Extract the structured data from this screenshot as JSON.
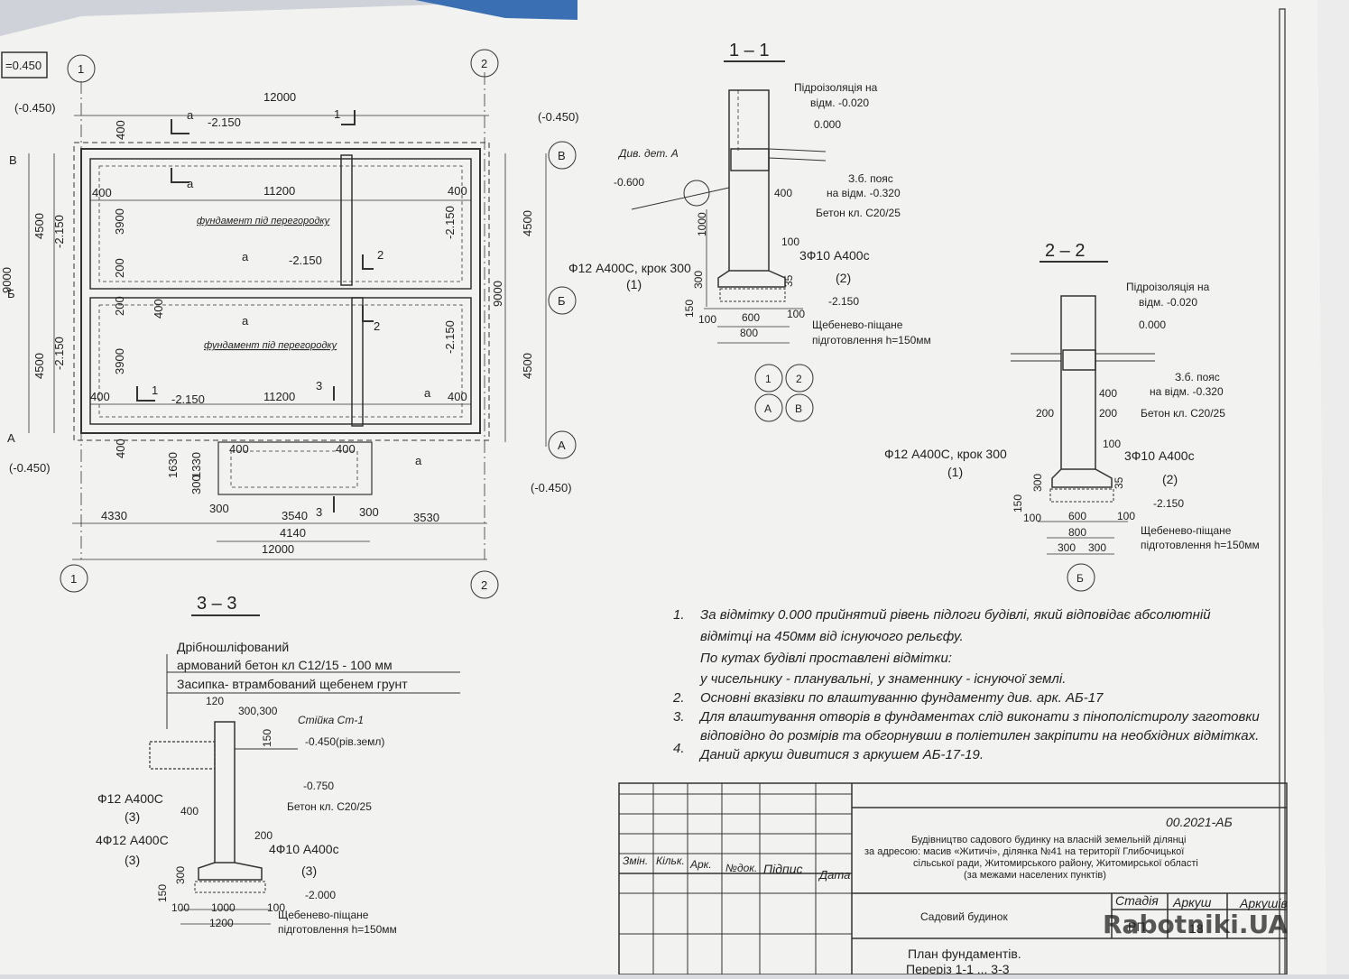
{
  "plan": {
    "level_label": "=0.450",
    "corner_marks": [
      "(-0.450)",
      "(-0.450)",
      "(-0.450)",
      "(-0.450)"
    ],
    "axes": {
      "num_left": "1",
      "num_right": "2",
      "let_top": "В",
      "let_mid": "Б",
      "let_bot": "А"
    },
    "dims": {
      "top_overall": "12000",
      "inner_width": "11200",
      "inner_width_bottom": "11200",
      "left_total": "9000",
      "left_half_top": "4500",
      "left_half_bottom": "4500",
      "right_total": "9000",
      "right_half_top": "4500",
      "right_half_bottom": "4500",
      "room_h_top": "3900",
      "room_h_bottom": "3900",
      "wall_400": "400",
      "wall_200": "200",
      "bottom_4330": "4330",
      "bottom_300a": "300",
      "bottom_3540": "3540",
      "bottom_300b": "300",
      "bottom_3530": "3530",
      "bottom_4140": "4140",
      "bottom_12000": "12000",
      "porch_1630": "1630",
      "porch_1330": "1330",
      "porch_300": "300"
    },
    "levels": {
      "l1": "-2.150",
      "l2": "-2.150",
      "l3": "-2.150",
      "l4": "-2.150",
      "l5": "-2.150",
      "l6": "-2.150",
      "l7": "-2.150"
    },
    "section_marks": {
      "a": "а",
      "s1": "1",
      "s2": "2",
      "s3": "3"
    },
    "partition_note_1": "фундамент під перегородку",
    "partition_note_2": "фундамент під перегородку"
  },
  "sec11": {
    "title": "1 – 1",
    "waterproofing": "Підроізоляція на",
    "waterproofing_level": "відм. -0.020",
    "zero": "0.000",
    "see_detail": "Див. дет. А",
    "ground": "-0.600",
    "belt": "З.б. пояс",
    "belt_level": "на відм. -0.320",
    "concrete": "Бетон кл. С20/25",
    "rebar_main": "Ф12 А400С, крок 300",
    "rebar_main_num": "(1)",
    "rebar_long": "3Ф10 А400с",
    "rebar_long_num": "(2)",
    "base_level": "-2.150",
    "gravel": "Щебенево-піщане",
    "gravel2": "підготовлення h=150мм",
    "d400": "400",
    "d1000": "1000",
    "d100": "100",
    "d300": "300",
    "d150": "150",
    "d600": "600",
    "d800": "800",
    "d35": "35",
    "axes_n": [
      "1",
      "2"
    ],
    "axes_l": [
      "А",
      "В"
    ]
  },
  "sec22": {
    "title": "2 – 2",
    "waterproofing": "Підроізоляція на",
    "waterproofing_level": "відм. -0.020",
    "zero": "0.000",
    "belt": "З.б. пояс",
    "belt_level": "на відм. -0.320",
    "concrete": "Бетон кл. С20/25",
    "rebar_main": "Ф12 А400С, крок 300",
    "rebar_main_num": "(1)",
    "rebar_long": "3Ф10 А400с",
    "rebar_long_num": "(2)",
    "base_level": "-2.150",
    "gravel": "Щебенево-піщане",
    "gravel2": "підготовлення h=150мм",
    "d400": "400",
    "d200a": "200",
    "d200b": "200",
    "d100": "100",
    "d150": "150",
    "d300": "300",
    "d600": "600",
    "d800": "800",
    "d35": "35",
    "d300a": "300",
    "d300b": "300",
    "axis": "Б"
  },
  "sec33": {
    "title": "3 – 3",
    "layer1": "Дрібношліфований",
    "layer2": "армований бетон кл С12/15    - 100 мм",
    "layer3": "Засипка- втрамбований щебенем грунт",
    "d120": "120",
    "d300300": "300,300",
    "wall": "Стійка Ст-1",
    "ground": "-0.450(рів.земл)",
    "level_0750": "-0.750",
    "concrete": "Бетон кл. С20/25",
    "rebar1": "Ф12 А400С",
    "rebar1_num": "(3)",
    "rebar2": "4Ф12 А400С",
    "rebar2_num": "(3)",
    "rebar3": "4Ф10 А400с",
    "rebar3_num": "(3)",
    "base_level": "-2.000",
    "gravel": "Щебенево-піщане",
    "gravel2": "підготовлення h=150мм",
    "d400": "400",
    "d200": "200",
    "d150": "150",
    "d300": "300",
    "d100a": "100",
    "d100b": "100",
    "d1000": "1000",
    "d1200": "1200",
    "d150b": "150"
  },
  "notes": {
    "n1_num": "1.",
    "n1a": "За відмітку 0.000 прийнятий рівень підлоги будівлі, який відповідає абсолютній",
    "n1b": "відмітці на 450мм від існуючого рельєфу.",
    "n1c": "По кутах будівлі проставлені відмітки:",
    "n1d": "у чисельнику - планувальні, у знаменнику - існуючої землі.",
    "n2_num": "2.",
    "n2": "Основні вказівки по влаштуванню фундаменту див. арк. АБ-17",
    "n3_num": "3.",
    "n3a": "Для влаштування отворів в фундаментах слід виконати з пінополістиролу заготовки",
    "n3b": "відповідно до розмірів та обгорнувши в поліетилен закріпити на необхідних відмітках.",
    "n4_num": "4.",
    "n4": "Даний аркуш дивитися з аркушем АБ-17-19."
  },
  "title_block": {
    "code": "00.2021-АБ",
    "project1": "Будівництво садового будинку на власній земельній ділянці",
    "project2": "за адресою: масив «Житичі», ділянка №41 на території Глибочицької",
    "project3": "сільської ради, Житомирського району, Житомирської області",
    "project4": "(за межами населених пунктів)",
    "cols": [
      "Змін.",
      "Кільк.",
      "Арк.",
      "№док.",
      "Підпис",
      "Дата"
    ],
    "object": "Садовий будинок",
    "stage_h": "Стадія",
    "sheet_h": "Аркуш",
    "sheets_h": "Аркушів",
    "stage": "РП",
    "sheet": "18",
    "drawing1": "План фундаментів.",
    "drawing2": "Переріз 1-1 ... 3-3"
  },
  "watermark": "Rabotniki.UA"
}
